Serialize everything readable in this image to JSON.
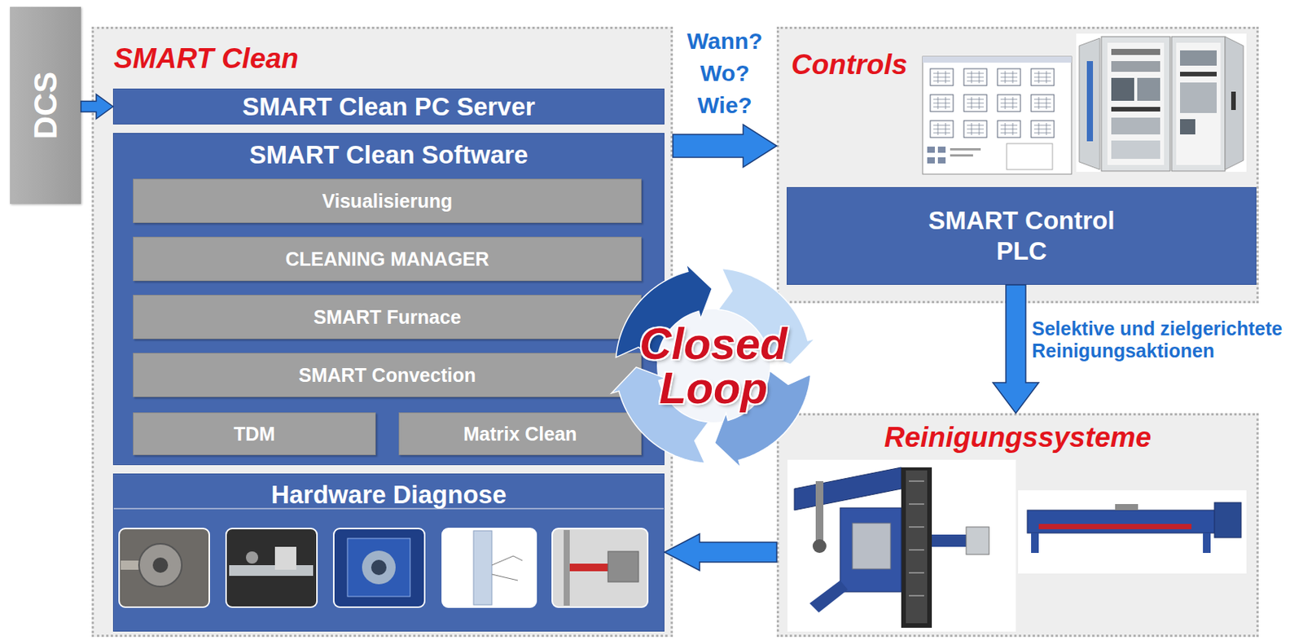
{
  "diagram": {
    "nodes": [
      {
        "text": [
          "DCS"
        ]
      },
      {
        "text": [
          "SMART Clean"
        ]
      },
      {
        "text": [
          "SMART Clean PC Server"
        ],
        "in": 1
      },
      {
        "text": [
          "SMART Clean Software"
        ],
        "in": 1
      },
      {
        "text": [
          "Visualisierung"
        ],
        "in": 3
      },
      {
        "text": [
          "CLEANING MANAGER"
        ],
        "in": 3
      },
      {
        "text": [
          "SMART Furnace"
        ],
        "in": 3
      },
      {
        "text": [
          "SMART Convection"
        ],
        "in": 3
      },
      {
        "text": [
          "TDM"
        ],
        "in": 3
      },
      {
        "text": [
          "Matrix Clean"
        ],
        "in": 3
      },
      {
        "text": [
          "Hardware Diagnose"
        ],
        "in": 1
      },
      {
        "text": [
          "Closed Loop"
        ]
      },
      {
        "text": [
          "Controls"
        ]
      },
      {
        "text": [
          "SMART Control PLC"
        ],
        "in": 12
      },
      {
        "text": [
          "Reinigungssysteme"
        ]
      }
    ],
    "edges": [
      {
        "from": 0,
        "to": 2,
        "arrow": "to"
      },
      {
        "from": 1,
        "to": 12,
        "arrow": "to",
        "label": "Wann? Wo? Wie?"
      },
      {
        "from": 13,
        "to": 14,
        "arrow": "to",
        "label": "Selektive und zielgerichtete Reinigungsaktionen"
      },
      {
        "from": 14,
        "to": 10,
        "arrow": "to"
      }
    ]
  }
}
